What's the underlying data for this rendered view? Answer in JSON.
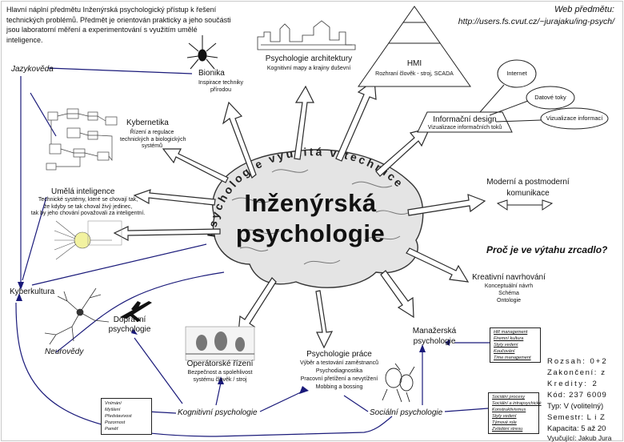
{
  "colors": {
    "arrow_stroke": "#2a2a2a",
    "connector": "#1a1a7a",
    "brain_fill": "#e4e4e4",
    "text": "#111111"
  },
  "intro": {
    "lines": [
      "Hlavní náplní předmětu Inženýrská psychologický přístup k řešení",
      "technických problémů. Předmět je orientován prakticky a jeho součásti",
      "jsou laboratorní měření a experimentování s využitím umělé",
      "inteligence."
    ]
  },
  "web": {
    "label": "Web předmětu:",
    "url": "http://users.fs.cvut.cz/~jurajaku/ing-psych/"
  },
  "center": {
    "title_line1": "Inženýrská",
    "title_line2": "psychologie",
    "arc_text": "Psychologie využitá v technice"
  },
  "nodes": {
    "jazykoveda": "Jazykověda",
    "bionika": {
      "title": "Bionika",
      "sub1": "Inspirace techniky",
      "sub2": "přírodou"
    },
    "architektury": {
      "title": "Psychologie architektury",
      "sub": "Kognitivní mapy a krajiny duševní"
    },
    "hmi": {
      "title": "HMI",
      "sub": "Rozhraní člověk - stroj, SCADA"
    },
    "internet": "Internet",
    "datove_toky": "Datové toky",
    "vizualizace": "Vizualizace informací",
    "informacni_design": {
      "title": "Informační design",
      "sub": "Vizualizace informačních toků"
    },
    "kybernetika": {
      "title": "Kybernetika",
      "sub1": "Řízení a regulace",
      "sub2": "technických a biologických",
      "sub3": "systémů"
    },
    "umela_inteligence": {
      "title": "Umělá inteligence",
      "sub1": "Technické systémy, které se chovají tak,",
      "sub2": "že kdyby se tak choval živý jedinec,",
      "sub3": "tak by jeho chování považovali za inteligentní."
    },
    "moderni": {
      "line1": "Moderní a postmoderní",
      "line2": "komunikace"
    },
    "proc": "Proč je ve výtahu zrcadlo?",
    "kreativni": {
      "title": "Kreativní navrhování",
      "sub1": "Konceptuální návrh",
      "sub2": "Schéma",
      "sub3": "Ontologie"
    },
    "kyberkultura": "Kyberkultura",
    "dopravni": {
      "line1": "Dopravní",
      "line2": "psychologie"
    },
    "neurovedy": "Neurovědy",
    "operatorske": {
      "title": "Operátorské řízení",
      "sub1": "Bezpečnost a spolehlivost",
      "sub2": "systému člověk / stroj"
    },
    "prace": {
      "title": "Psychologie práce",
      "sub1": "Výběr a testování zaměstnanců",
      "sub2": "Psychodiagnostika",
      "sub3": "Pracovní přetížení a nevytížení",
      "sub4": "Mobbing a bossing"
    },
    "managerska": {
      "line1": "Manažerská",
      "line2": "psychologie"
    },
    "kognitivni": "Kognitivní psychologie",
    "socialni": "Sociální psychologie"
  },
  "lists": {
    "kognitivni": [
      "Vnímání",
      "Myšlení",
      "Představivost",
      "Pozornost",
      "Paměť"
    ],
    "managerska": [
      "HR management",
      "Firemní kultura",
      "Styly vedení",
      "Koučování",
      "Time management"
    ],
    "socialni": [
      "Sociální procesy",
      "Sociální a intrapsychické",
      "Konstruktivismus",
      "Styly vedení",
      "Týmové role",
      "Zvládání stresu"
    ]
  },
  "course": {
    "rozsah": "Rozsah: 0+2",
    "zakonceni": "Zakončení: z",
    "kredity": "Kredity: 2",
    "kod": "Kód: 237 6009",
    "typ": "Typ: V (volitelný)",
    "semestr": "Semestr: L i Z",
    "kapacita": "Kapacita: 5 až 20",
    "vyucujici": "Vyučující: Jakub Jura"
  }
}
